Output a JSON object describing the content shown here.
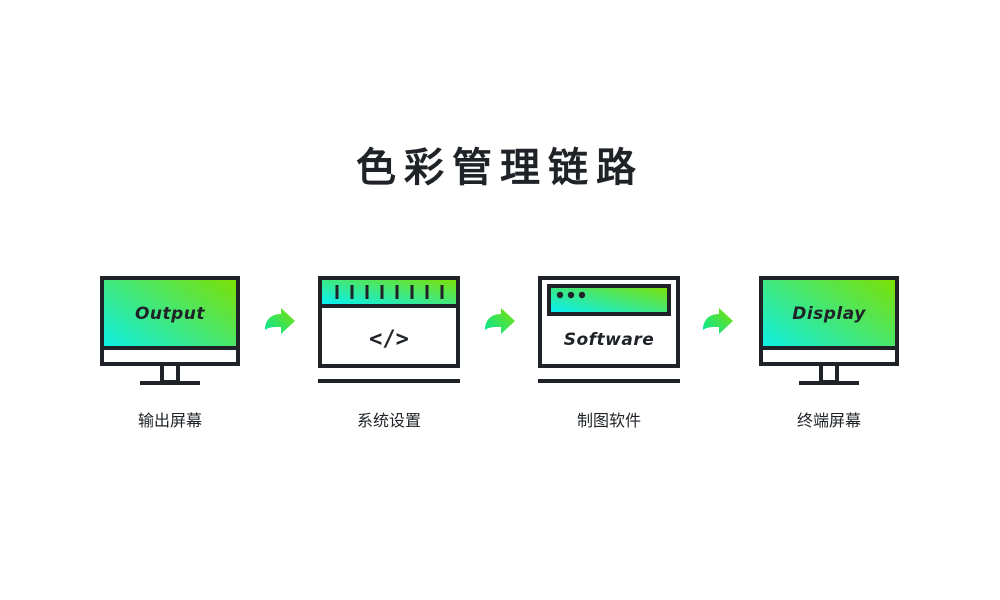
{
  "title": "色彩管理链路",
  "colors": {
    "stroke": "#1f2327",
    "gradient_start": "#00f0ff",
    "gradient_end": "#7ee000",
    "arrow_start": "#00e6a0",
    "arrow_end": "#7ee000"
  },
  "stages": [
    {
      "icon": "monitor-icon",
      "icon_text": "Output",
      "label": "输出屏幕"
    },
    {
      "icon": "code-window-icon",
      "icon_text": "</>",
      "label": "系统设置"
    },
    {
      "icon": "software-window-icon",
      "icon_text": "Software",
      "label": "制图软件"
    },
    {
      "icon": "monitor-icon",
      "icon_text": "Display",
      "label": "终端屏幕"
    }
  ],
  "connectors": [
    {
      "icon": "arrow-right-icon"
    },
    {
      "icon": "arrow-right-icon"
    },
    {
      "icon": "arrow-right-icon"
    }
  ]
}
